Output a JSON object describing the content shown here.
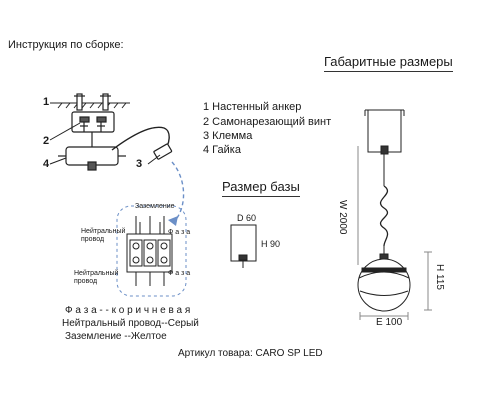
{
  "header": {
    "instruction_title": "Инструкция по сборке:"
  },
  "dimensions": {
    "title": "Габаритные размеры",
    "width_label": "W 2000",
    "height_label": "H 115",
    "diameter_label": "E 100"
  },
  "legend": {
    "items": [
      "1 Настенный анкер",
      "2 Самонарезающий винт",
      "3 Клемма",
      "4 Гайка"
    ]
  },
  "base": {
    "title": "Размер базы",
    "diameter_label": "D 60",
    "height_label": "H 90"
  },
  "callouts": {
    "n1": "1",
    "n2": "2",
    "n3": "3",
    "n4": "4"
  },
  "terminal": {
    "ground_label": "Заземление",
    "neutral_top": "Нейтральный провод",
    "phase_top": "Ф а з а",
    "neutral_bottom": "Нейтральный провод",
    "phase_bottom": "Ф а з а"
  },
  "wiring": {
    "phase": "Ф а з а - - к о р и ч н е в а я",
    "neutral": "Нейтральный провод--Серый",
    "ground": "Заземление --Желтое"
  },
  "footer": {
    "article": "Артикул товара: CARO SP LED"
  }
}
